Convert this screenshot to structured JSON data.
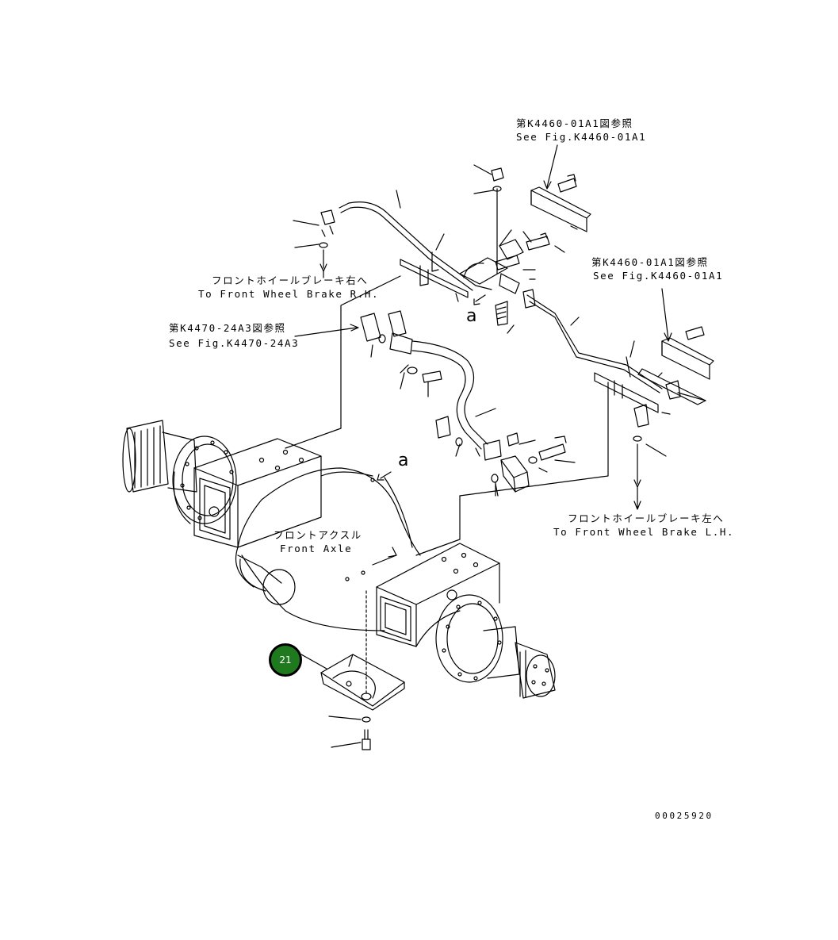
{
  "labels": {
    "ref_k4460_top_jp": "第K4460-01A1図参照",
    "ref_k4460_top_en": "See Fig.K4460-01A1",
    "ref_k4460_right_jp": "第K4460-01A1図参照",
    "ref_k4460_right_en": "See Fig.K4460-01A1",
    "ref_k4470_jp": "第K4470-24A3図参照",
    "ref_k4470_en": "See Fig.K4470-24A3",
    "brake_rh_jp": "フロントホイールブレーキ右へ",
    "brake_rh_en": "To Front Wheel Brake R.H.",
    "brake_lh_jp": "フロントホイールブレーキ左へ",
    "brake_lh_en": "To Front Wheel Brake L.H.",
    "axle_jp": "フロントアクスル",
    "axle_en": "Front Axle",
    "view_a_1": "a",
    "view_a_2": "a"
  },
  "callouts": [
    {
      "number": "21",
      "color": "#1f7a1f"
    }
  ],
  "drawing_number": "00025920"
}
